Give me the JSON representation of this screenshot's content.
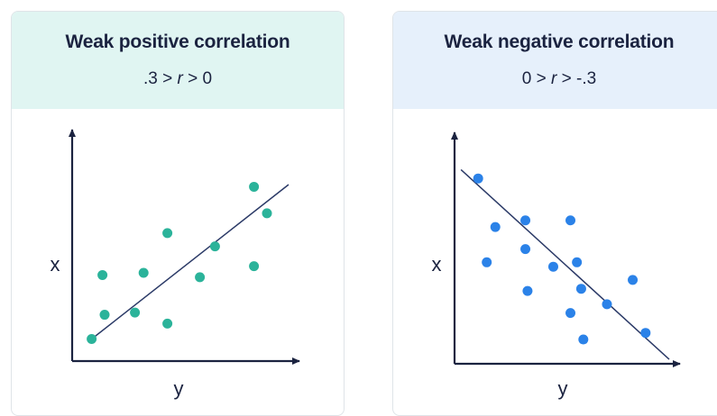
{
  "charts": [
    {
      "title": "Weak positive correlation",
      "subtitle_pre": ".3 > ",
      "subtitle_var": "r",
      "subtitle_post": " > 0",
      "color": "#2bb39a",
      "xlabel": "y",
      "ylabel": "x"
    },
    {
      "title": "Weak negative correlation",
      "subtitle_pre": "0 > ",
      "subtitle_var": "r",
      "subtitle_post": " > -.3",
      "color": "#2b82e8",
      "xlabel": "y",
      "ylabel": "x"
    }
  ],
  "colors": {
    "axis": "#1b2340",
    "line": "#2b3a67",
    "text": "#1b2340"
  },
  "chart_data": [
    {
      "type": "scatter",
      "title": "Weak positive correlation",
      "subtitle": ".3 > r > 0",
      "xlabel": "y",
      "ylabel": "x",
      "xlim": [
        0,
        10
      ],
      "ylim": [
        0,
        10
      ],
      "grid": false,
      "points": [
        {
          "x": 0.9,
          "y": 1.0
        },
        {
          "x": 1.5,
          "y": 2.1
        },
        {
          "x": 1.4,
          "y": 3.9
        },
        {
          "x": 2.9,
          "y": 2.2
        },
        {
          "x": 3.3,
          "y": 4.0
        },
        {
          "x": 4.4,
          "y": 1.7
        },
        {
          "x": 4.4,
          "y": 5.8
        },
        {
          "x": 5.9,
          "y": 3.8
        },
        {
          "x": 6.6,
          "y": 5.2
        },
        {
          "x": 8.4,
          "y": 4.3
        },
        {
          "x": 8.4,
          "y": 7.9
        },
        {
          "x": 9.0,
          "y": 6.7
        }
      ],
      "trendline": [
        {
          "x": 0.9,
          "y": 1.0
        },
        {
          "x": 10.0,
          "y": 8.0
        }
      ]
    },
    {
      "type": "scatter",
      "title": "Weak negative correlation",
      "subtitle": "0 > r > -.3",
      "xlabel": "y",
      "ylabel": "x",
      "xlim": [
        0,
        10
      ],
      "ylim": [
        0,
        10
      ],
      "grid": false,
      "points": [
        {
          "x": 1.1,
          "y": 8.4
        },
        {
          "x": 1.5,
          "y": 4.6
        },
        {
          "x": 1.9,
          "y": 6.2
        },
        {
          "x": 3.3,
          "y": 6.5
        },
        {
          "x": 3.3,
          "y": 5.2
        },
        {
          "x": 3.4,
          "y": 3.3
        },
        {
          "x": 4.6,
          "y": 4.4
        },
        {
          "x": 5.4,
          "y": 6.5
        },
        {
          "x": 5.4,
          "y": 2.3
        },
        {
          "x": 5.7,
          "y": 4.6
        },
        {
          "x": 5.9,
          "y": 3.4
        },
        {
          "x": 6.0,
          "y": 1.1
        },
        {
          "x": 7.1,
          "y": 2.7
        },
        {
          "x": 8.3,
          "y": 3.8
        },
        {
          "x": 8.9,
          "y": 1.4
        }
      ],
      "trendline": [
        {
          "x": 0.3,
          "y": 8.8
        },
        {
          "x": 10.0,
          "y": 0.2
        }
      ]
    }
  ]
}
